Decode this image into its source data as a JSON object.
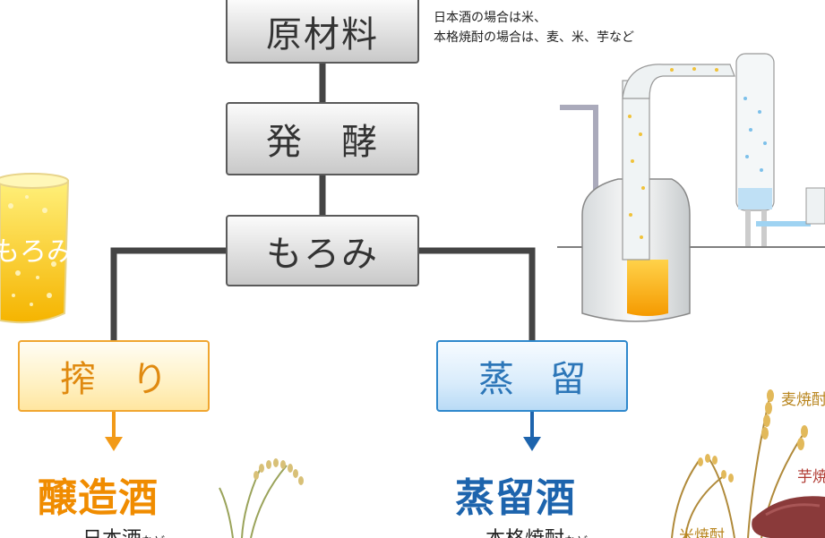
{
  "steps": {
    "ingredients": "原材料",
    "fermentation": "発　酵",
    "moromi": "もろみ"
  },
  "ingredient_note": {
    "line1": "日本酒の場合は米、",
    "line2": "本格焼酎の場合は、麦、米、芋など"
  },
  "glass_label": "もろみ",
  "branches": {
    "pressing": {
      "label": "搾　り",
      "result": "醸造酒",
      "example": "日本酒",
      "example_suffix": "など"
    },
    "distillation": {
      "label": "蒸　留",
      "result": "蒸留酒",
      "example": "本格焼酎",
      "example_suffix": "など"
    }
  },
  "plant_labels": {
    "barley": "麦焼酎",
    "sweet_potato": "芋焼",
    "rice": "米焼酎"
  },
  "colors": {
    "orange_accent": "#f08c00",
    "blue_accent": "#1d64ad",
    "connector": "#444444"
  }
}
